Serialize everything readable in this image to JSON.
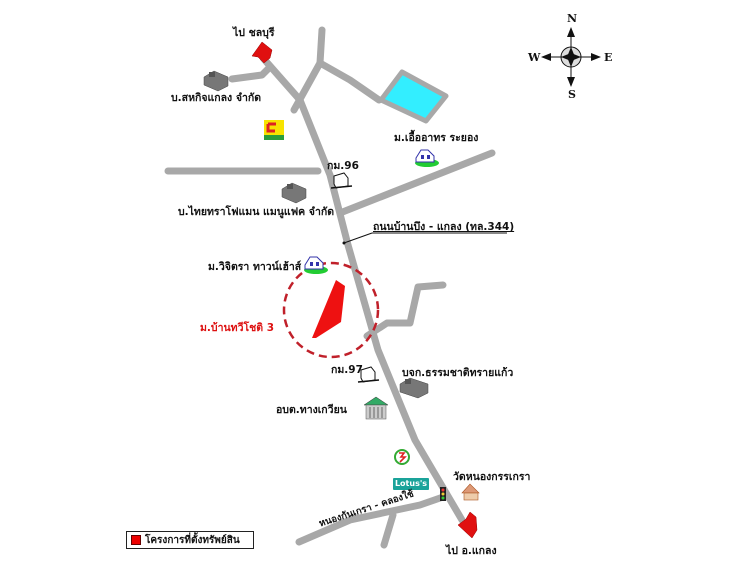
{
  "map": {
    "title": "",
    "colors": {
      "road": "#a8a8a8",
      "pond": "#33eeff",
      "project": "#ee1111",
      "circle": "#c0202a",
      "arrow": "#e01010"
    },
    "compass": {
      "n": "N",
      "s": "S",
      "e": "E",
      "w": "W"
    },
    "directions": {
      "north_to": "ไป ชลบุรี",
      "south_to": "ไป อ.แกลง"
    },
    "road_labels": {
      "main_road": "ถนนบ้านบึง - แกลง (ทล.344)",
      "side_road": "หนองกันเกรา - คลองใช้"
    },
    "km_markers": {
      "km96": "กม.96",
      "km97": "กม.97"
    },
    "places": {
      "company_top": "บ.สหกิจแกลง จำกัด",
      "village_uea": "ม.เอื้ออาทร ระยอง",
      "company_thai": "บ.ไทยทราโฟแมน แมนูแฟค จำกัด",
      "village_wijitra": "ม.วิจิตรา ทาวน์เฮ้าส์",
      "project_name": "ม.บ้านทวีโชติ 3",
      "company_bjk": "บจก.ธรรมชาติทรายแก้ว",
      "obt": "อบต.ทางเกวียน",
      "temple": "วัดหนองกรรเกรา",
      "lotus": "Lotus's"
    },
    "legend": {
      "label": "โครงการที่ตั้งทรัพย์สิน"
    }
  }
}
